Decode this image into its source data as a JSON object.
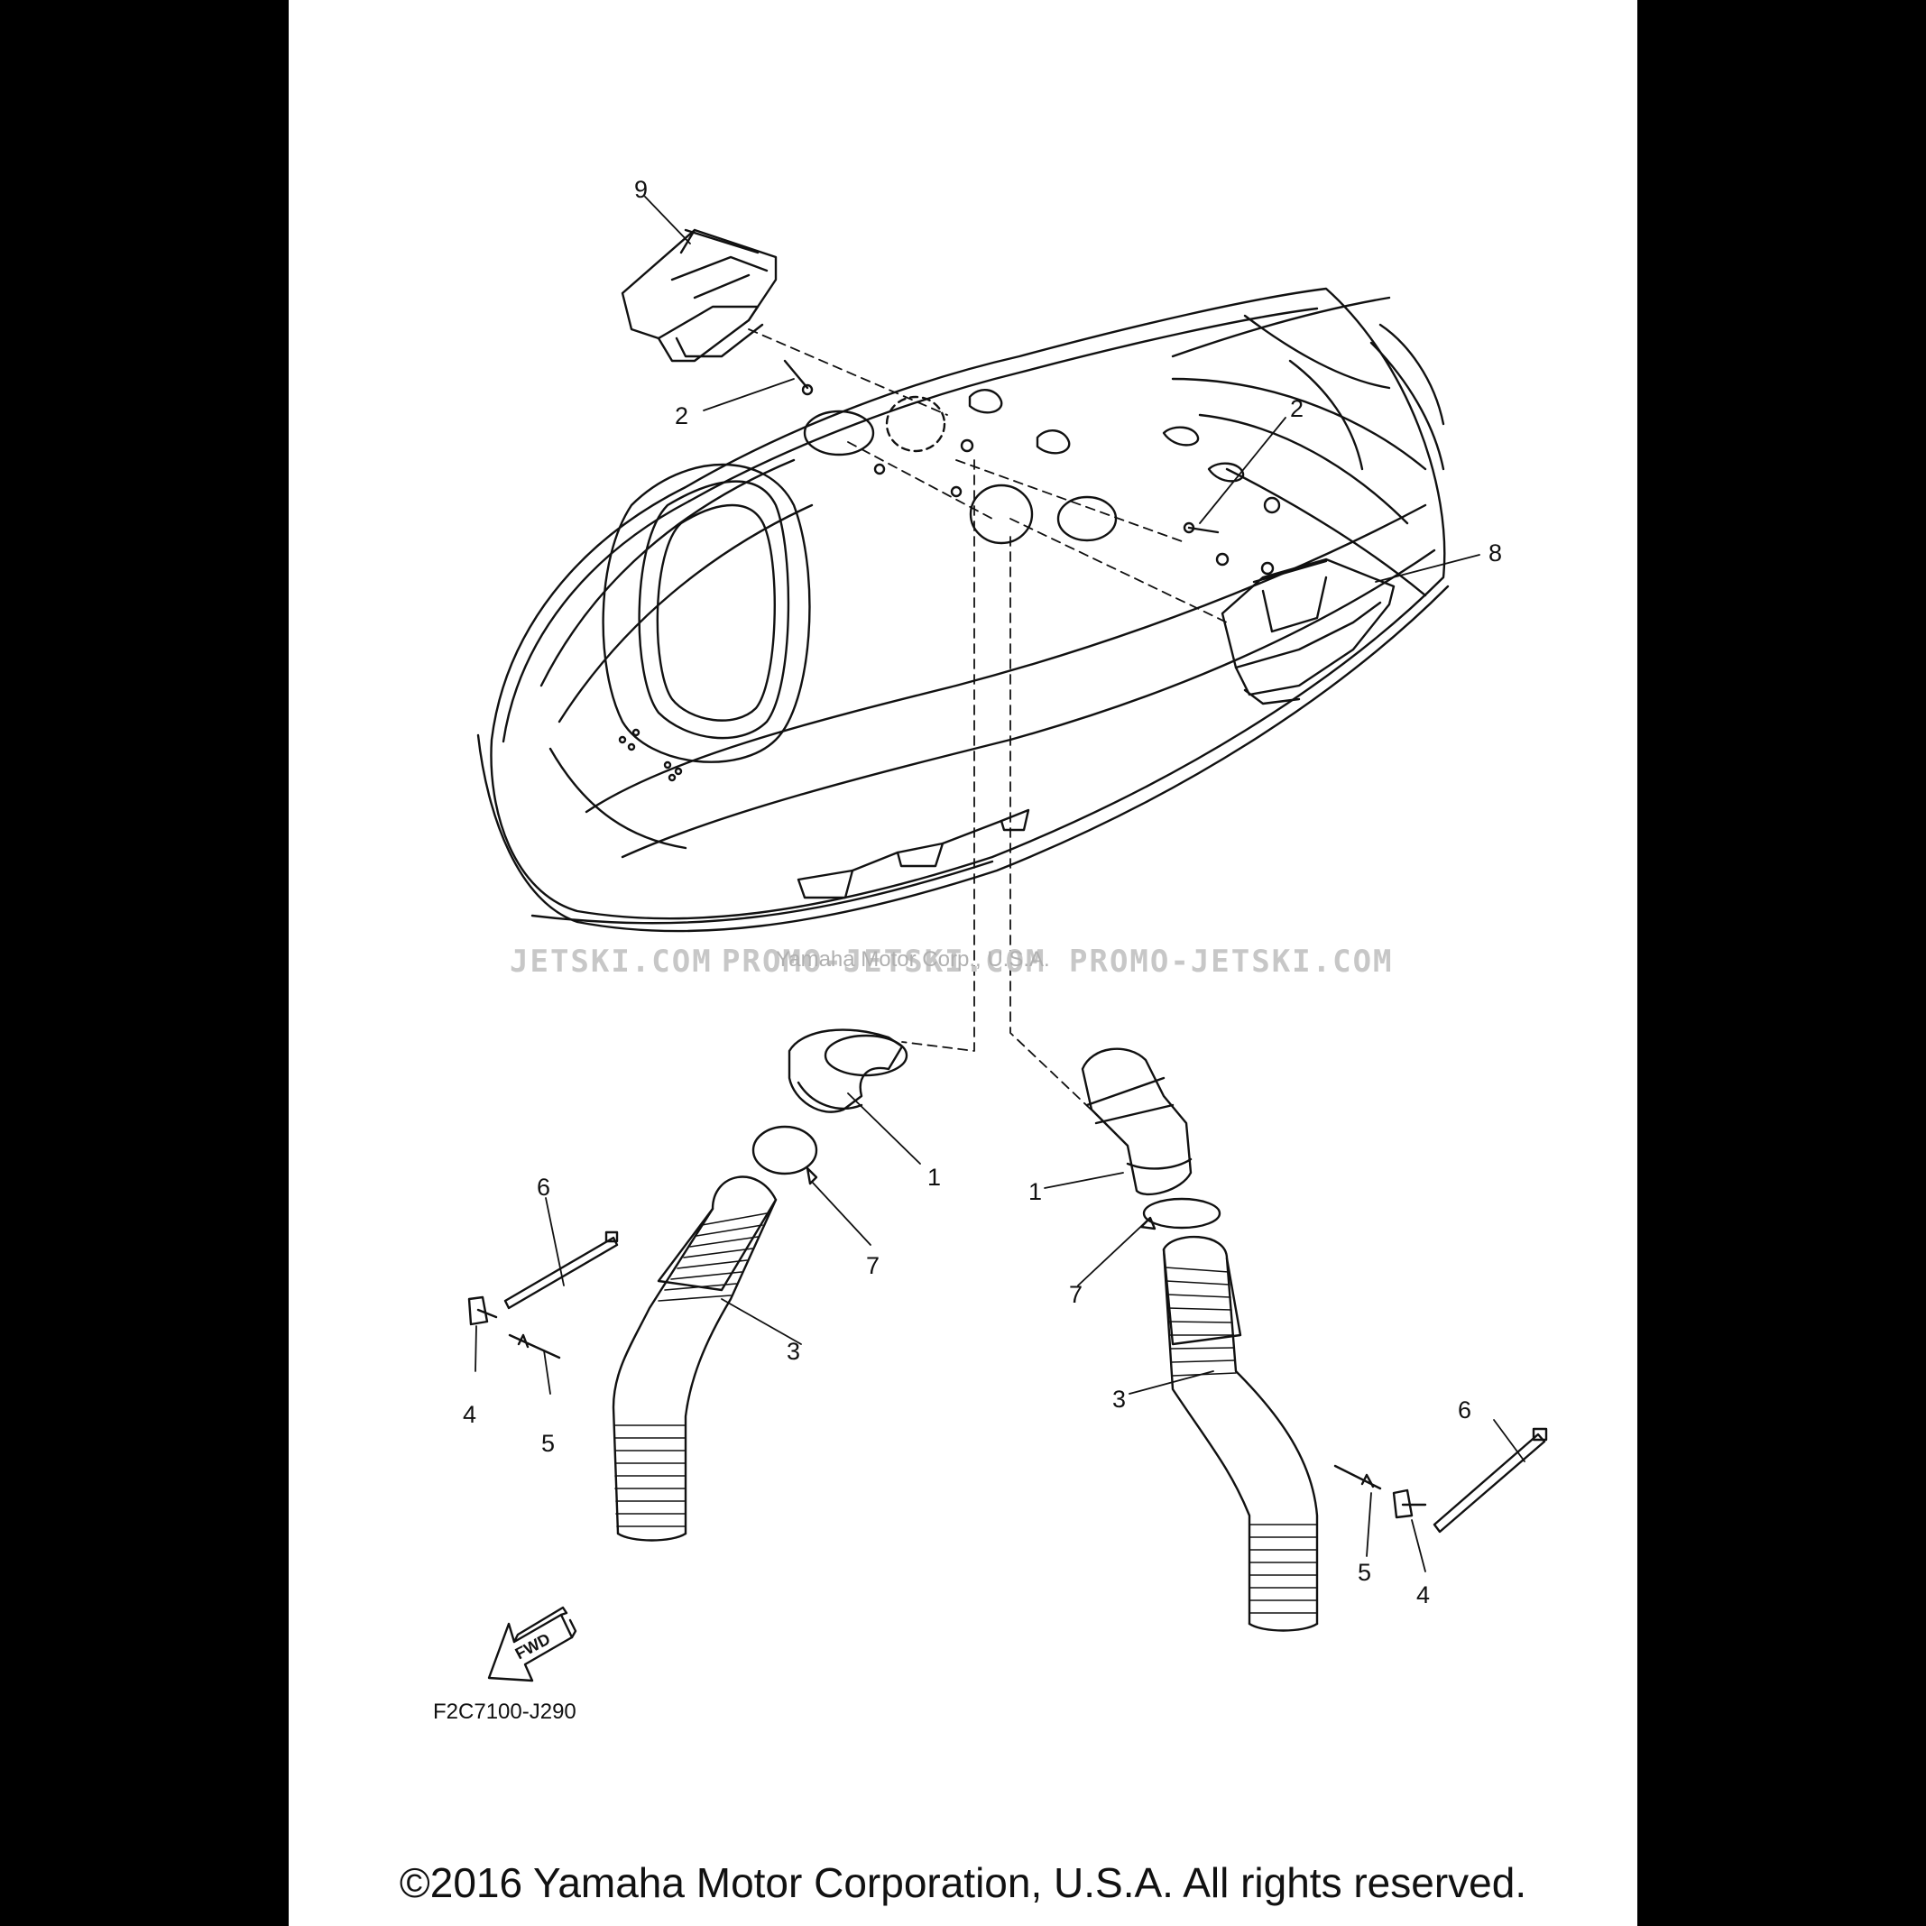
{
  "diagram": {
    "callouts": {
      "c1a": "1",
      "c1b": "1",
      "c2a": "2",
      "c2b": "2",
      "c3a": "3",
      "c3b": "3",
      "c4a": "4",
      "c4b": "4",
      "c5a": "5",
      "c5b": "5",
      "c6a": "6",
      "c6b": "6",
      "c7a": "7",
      "c7b": "7",
      "c8": "8",
      "c9": "9"
    },
    "fwd_label": "FWD",
    "figure_code": "F2C7100-J290"
  },
  "watermarks": [
    "JETSKI.COM",
    "PROMO-JETSKI.COM",
    "PROMO-JETSKI.COM"
  ],
  "watermark_small": "Yamaha Motor Corp., U.S.A.",
  "copyright": "©2016 Yamaha Motor Corporation, U.S.A. All rights reserved."
}
